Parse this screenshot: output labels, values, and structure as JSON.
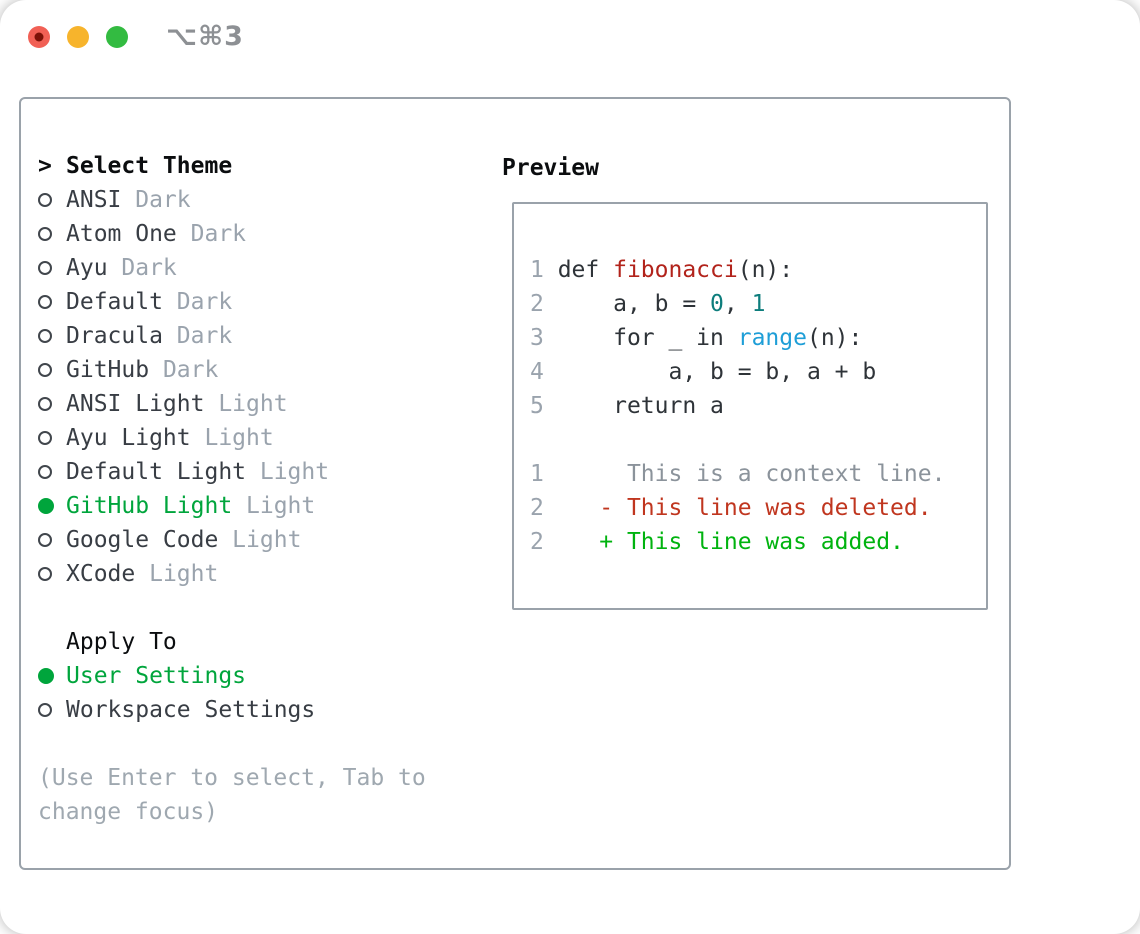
{
  "window": {
    "shortcut_label": "⌥⌘3"
  },
  "colors": {
    "traffic_red": "#f16055",
    "traffic_red_dot": "#7c1208",
    "traffic_yellow": "#f7b42c",
    "traffic_green": "#33bb41",
    "selection_green": "#00a53c",
    "panel_border": "#9aa2aa",
    "deleted_red": "#c0361f",
    "added_green": "#00b30f"
  },
  "sidebar": {
    "prompt": ">",
    "title": "Select Theme",
    "themes": [
      {
        "label": "ANSI",
        "tag": "Dark",
        "selected": false
      },
      {
        "label": "Atom One",
        "tag": "Dark",
        "selected": false
      },
      {
        "label": "Ayu",
        "tag": "Dark",
        "selected": false
      },
      {
        "label": "Default",
        "tag": "Dark",
        "selected": false
      },
      {
        "label": "Dracula",
        "tag": "Dark",
        "selected": false
      },
      {
        "label": "GitHub",
        "tag": "Dark",
        "selected": false
      },
      {
        "label": "ANSI Light",
        "tag": "Light",
        "selected": false
      },
      {
        "label": "Ayu Light",
        "tag": "Light",
        "selected": false
      },
      {
        "label": "Default Light",
        "tag": "Light",
        "selected": false
      },
      {
        "label": "GitHub Light",
        "tag": "Light",
        "selected": true
      },
      {
        "label": "Google Code",
        "tag": "Light",
        "selected": false
      },
      {
        "label": "XCode",
        "tag": "Light",
        "selected": false
      }
    ],
    "apply_to": {
      "title": "Apply To",
      "options": [
        {
          "label": "User Settings",
          "selected": true
        },
        {
          "label": "Workspace Settings",
          "selected": false
        }
      ]
    },
    "help_lines": [
      "(Use Enter to select, Tab to",
      "change focus)"
    ]
  },
  "preview": {
    "title": "Preview",
    "lines": [
      {
        "tokens": [
          {
            "t": "1 ",
            "c": "num"
          },
          {
            "t": "def ",
            "c": "code"
          },
          {
            "t": "fibonacci",
            "c": "red"
          },
          {
            "t": "(n):",
            "c": "code"
          }
        ]
      },
      {
        "tokens": [
          {
            "t": "2 ",
            "c": "num"
          },
          {
            "t": "    a, b = ",
            "c": "code"
          },
          {
            "t": "0",
            "c": "teal"
          },
          {
            "t": ", ",
            "c": "code"
          },
          {
            "t": "1",
            "c": "teal"
          }
        ]
      },
      {
        "tokens": [
          {
            "t": "3 ",
            "c": "num"
          },
          {
            "t": "    for _ in ",
            "c": "code"
          },
          {
            "t": "range",
            "c": "blue"
          },
          {
            "t": "(n):",
            "c": "code"
          }
        ]
      },
      {
        "tokens": [
          {
            "t": "4 ",
            "c": "num"
          },
          {
            "t": "        a, b = b, a + b",
            "c": "code"
          }
        ]
      },
      {
        "tokens": [
          {
            "t": "5 ",
            "c": "num"
          },
          {
            "t": "    return a",
            "c": "code"
          }
        ]
      },
      {
        "tokens": []
      },
      {
        "tokens": [
          {
            "t": "1",
            "c": "num"
          },
          {
            "t": "      This is a context line.",
            "c": "ctx"
          }
        ]
      },
      {
        "tokens": [
          {
            "t": "2",
            "c": "num"
          },
          {
            "t": "    ",
            "c": "code"
          },
          {
            "t": "- This line was deleted.",
            "c": "del"
          }
        ]
      },
      {
        "tokens": [
          {
            "t": "2",
            "c": "num"
          },
          {
            "t": "    ",
            "c": "code"
          },
          {
            "t": "+ This line was added.",
            "c": "add"
          }
        ]
      }
    ]
  }
}
